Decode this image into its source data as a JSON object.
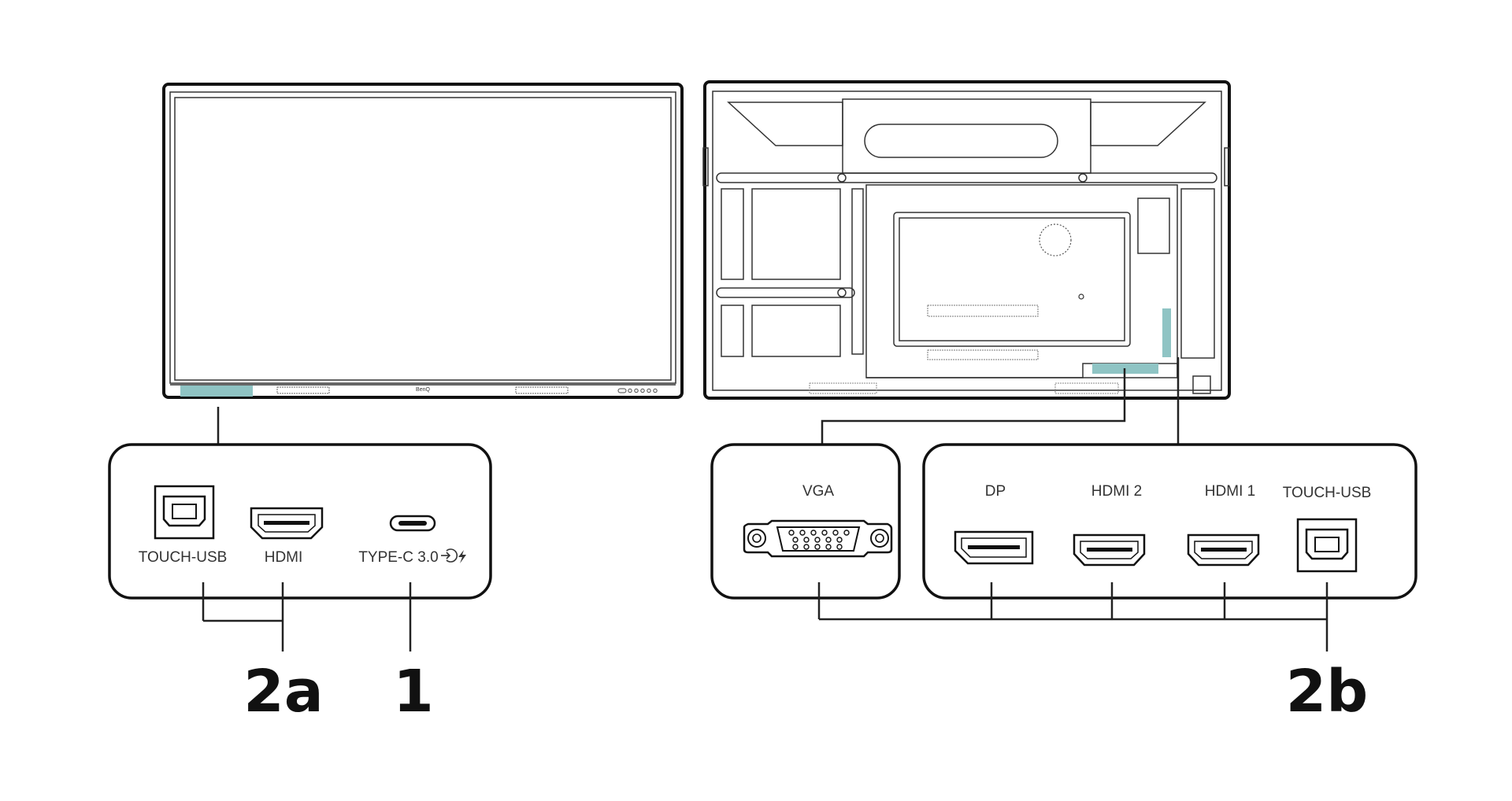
{
  "colors": {
    "stroke": "#111111",
    "highlight": "#8fc4c4",
    "text": "#333333",
    "background": "#ffffff"
  },
  "front_panel": {
    "brand_mark": "BenQ",
    "ports": [
      {
        "label": "TOUCH-USB",
        "icon": "usb-b-icon"
      },
      {
        "label": "HDMI",
        "icon": "hdmi-icon"
      },
      {
        "label": "TYPE-C 3.0",
        "icon": "usb-c-icon",
        "suffix_icons": [
          "input-icon",
          "power-bolt-icon"
        ]
      }
    ],
    "group_labels": {
      "left": "2a",
      "right": "1"
    }
  },
  "rear_panel": {
    "vga_box": {
      "ports": [
        {
          "label": "VGA",
          "icon": "vga-icon"
        }
      ]
    },
    "main_box": {
      "ports": [
        {
          "label": "DP",
          "icon": "displayport-icon"
        },
        {
          "label": "HDMI 2",
          "icon": "hdmi-icon"
        },
        {
          "label": "HDMI 1",
          "icon": "hdmi-icon"
        },
        {
          "label": "TOUCH-USB",
          "icon": "usb-b-icon"
        }
      ]
    },
    "group_label": "2b"
  }
}
